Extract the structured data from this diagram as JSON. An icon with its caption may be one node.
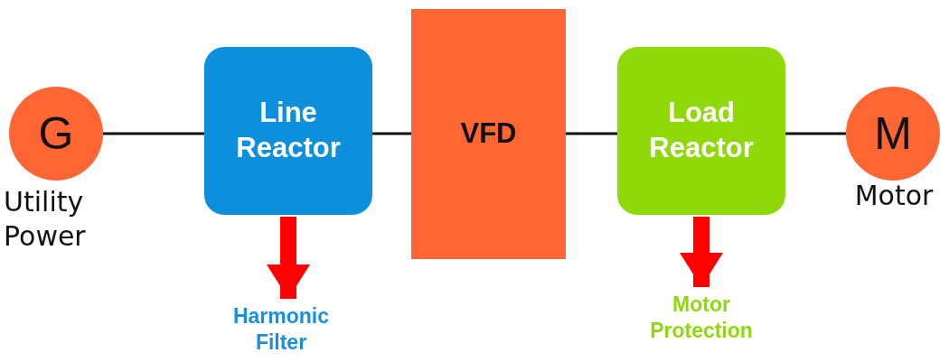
{
  "diagram": {
    "nodes": [
      {
        "text": [
          "G"
        ],
        "beside": [
          "Utility Power"
        ]
      },
      {
        "text": [
          "Line Reactor"
        ]
      },
      {
        "text": [
          "VFD"
        ]
      },
      {
        "text": [
          "Load Reactor"
        ]
      },
      {
        "text": [
          "M"
        ],
        "beside": [
          "Motor"
        ]
      },
      {
        "text": [
          "Harmonic Filter"
        ]
      },
      {
        "text": [
          "Motor Protection"
        ]
      }
    ],
    "edges": [
      {
        "from": 0,
        "to": 1,
        "arrow": "none"
      },
      {
        "from": 1,
        "to": 2,
        "arrow": "none"
      },
      {
        "from": 2,
        "to": 3,
        "arrow": "none"
      },
      {
        "from": 3,
        "to": 4,
        "arrow": "none"
      },
      {
        "from": 1,
        "to": 5,
        "arrow": "to",
        "style": "thick",
        "color": "#ff0000"
      },
      {
        "from": 3,
        "to": 6,
        "arrow": "to",
        "style": "thick",
        "color": "#ff0000"
      }
    ]
  }
}
